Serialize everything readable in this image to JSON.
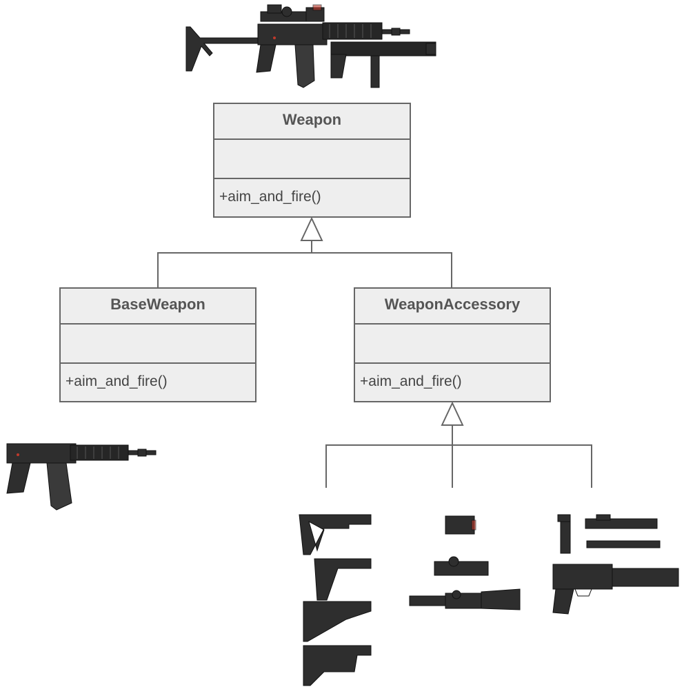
{
  "classes": {
    "weapon": {
      "name": "Weapon",
      "method": "+aim_and_fire()"
    },
    "base_weapon": {
      "name": "BaseWeapon",
      "method": "+aim_and_fire()"
    },
    "weapon_accessory": {
      "name": "WeaponAccessory",
      "method": "+aim_and_fire()"
    }
  },
  "colors": {
    "box_fill": "#eeeeee",
    "box_border": "#666666",
    "gun_body": "#2e2e2e",
    "gun_dark": "#1a1a1a",
    "accent": "#c0392b"
  },
  "illustrations": [
    "assembled-rifle-icon",
    "base-rifle-icon",
    "stock-icon",
    "optic-icon",
    "grip-icon",
    "launcher-icon"
  ]
}
